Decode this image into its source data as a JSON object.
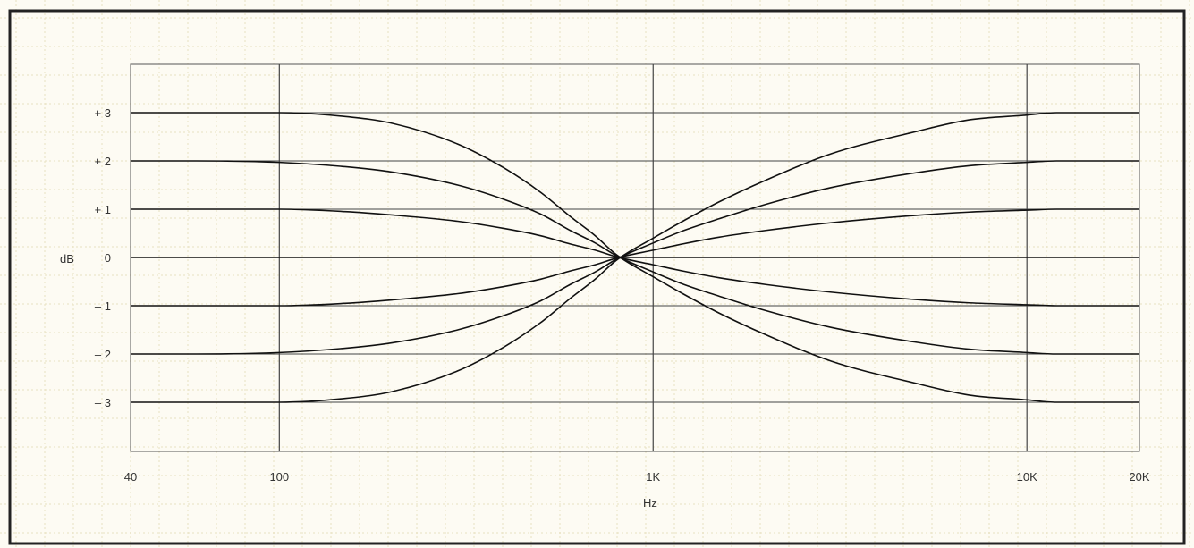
{
  "chart_data": {
    "type": "line",
    "title": "",
    "xlabel": "Hz",
    "ylabel": "dB",
    "x_scale": "log",
    "xlim": [
      40,
      20000
    ],
    "ylim": [
      -4,
      4
    ],
    "x_ticks": [
      {
        "value": 40,
        "label": "40"
      },
      {
        "value": 100,
        "label": "100"
      },
      {
        "value": 1000,
        "label": "1K"
      },
      {
        "value": 10000,
        "label": "10K"
      },
      {
        "value": 20000,
        "label": "20K"
      }
    ],
    "y_ticks": [
      {
        "value": 3,
        "label": "+ 3"
      },
      {
        "value": 2,
        "label": "+ 2"
      },
      {
        "value": 1,
        "label": "+ 1"
      },
      {
        "value": 0,
        "label": "0"
      },
      {
        "value": -1,
        "label": "– 1"
      },
      {
        "value": -2,
        "label": "– 2"
      },
      {
        "value": -3,
        "label": "– 3"
      }
    ],
    "grid": true,
    "legend": "none",
    "x": [
      40,
      60,
      100,
      150,
      200,
      300,
      400,
      500,
      600,
      700,
      800,
      1000,
      1200,
      1500,
      2000,
      3000,
      5000,
      7000,
      10000,
      12000,
      15000,
      20000
    ],
    "series": [
      {
        "values": [
          3,
          3,
          3,
          2.92,
          2.78,
          2.35,
          1.85,
          1.35,
          0.85,
          0.45,
          0.05,
          -0.4,
          -0.75,
          -1.15,
          -1.6,
          -2.15,
          -2.6,
          -2.85,
          -2.95,
          -3,
          -3,
          -3
        ]
      },
      {
        "values": [
          2,
          2,
          1.97,
          1.88,
          1.77,
          1.5,
          1.2,
          0.9,
          0.56,
          0.3,
          0.03,
          -0.3,
          -0.55,
          -0.8,
          -1.1,
          -1.45,
          -1.75,
          -1.9,
          -1.97,
          -2,
          -2,
          -2
        ]
      },
      {
        "values": [
          1,
          1,
          1,
          0.95,
          0.88,
          0.75,
          0.6,
          0.45,
          0.28,
          0.15,
          0.01,
          -0.15,
          -0.28,
          -0.42,
          -0.56,
          -0.72,
          -0.87,
          -0.94,
          -0.98,
          -1,
          -1,
          -1
        ]
      },
      {
        "values": [
          0,
          0,
          0,
          0,
          0,
          0,
          0,
          0,
          0,
          0,
          0,
          0,
          0,
          0,
          0,
          0,
          0,
          0,
          0,
          0,
          0,
          0
        ]
      },
      {
        "values": [
          -1,
          -1,
          -1,
          -0.95,
          -0.88,
          -0.75,
          -0.6,
          -0.45,
          -0.28,
          -0.15,
          -0.01,
          0.15,
          0.28,
          0.42,
          0.56,
          0.72,
          0.87,
          0.94,
          0.98,
          1,
          1,
          1
        ]
      },
      {
        "values": [
          -2,
          -2,
          -1.97,
          -1.88,
          -1.77,
          -1.5,
          -1.2,
          -0.9,
          -0.56,
          -0.3,
          -0.03,
          0.3,
          0.55,
          0.8,
          1.1,
          1.45,
          1.75,
          1.9,
          1.97,
          2,
          2,
          2
        ]
      },
      {
        "values": [
          -3,
          -3,
          -3,
          -2.92,
          -2.78,
          -2.35,
          -1.85,
          -1.35,
          -0.85,
          -0.45,
          -0.05,
          0.4,
          0.75,
          1.15,
          1.6,
          2.15,
          2.6,
          2.85,
          2.95,
          3,
          3,
          3
        ]
      }
    ],
    "colors": {
      "background": "#fdfbf3",
      "frame": "#222222",
      "grid_major": "#444444",
      "grid_minor": "#e8e0c0",
      "line": "#111111",
      "text": "#333333"
    }
  }
}
